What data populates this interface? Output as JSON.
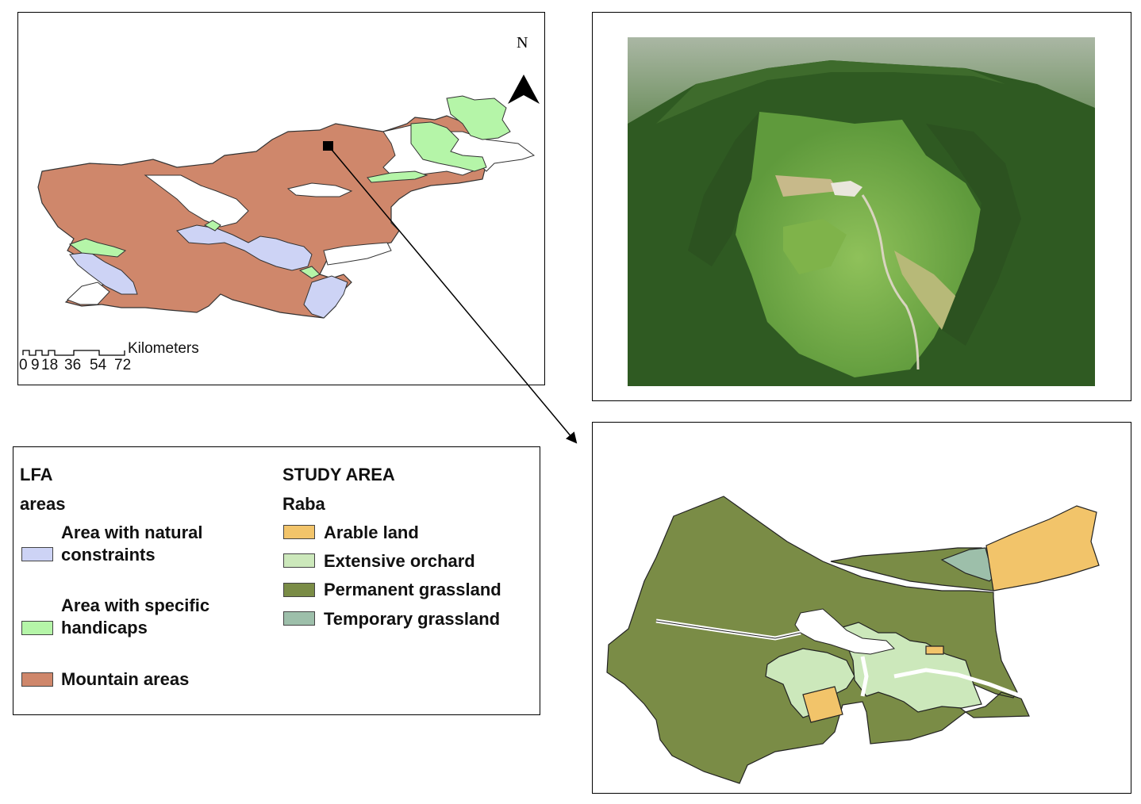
{
  "map": {
    "north_label": "N",
    "scale_unit": "Kilometers",
    "scale_ticks": [
      "0",
      "9",
      "18",
      "36",
      "54",
      "72"
    ],
    "colors": {
      "mountain": "#cf876b",
      "natural": "#cdd3f5",
      "specific": "#b5f5a8",
      "unclassified": "#ffffff"
    }
  },
  "legend": {
    "lfa_title_1": "LFA",
    "lfa_title_2": "areas",
    "lfa_items": [
      {
        "label": "Area with natural constraints",
        "color": "#cdd3f5"
      },
      {
        "label": "Area with specific handicaps",
        "color": "#b5f5a8"
      },
      {
        "label": "Mountain areas",
        "color": "#cf876b"
      }
    ],
    "study_title": "STUDY AREA",
    "study_sub": "Raba",
    "study_items": [
      {
        "label": "Arable land",
        "color": "#f2c46a"
      },
      {
        "label": "Extensive orchard",
        "color": "#cce8bb"
      },
      {
        "label": "Permanent grassland",
        "color": "#7a8c46"
      },
      {
        "label": "Temporary grassland",
        "color": "#9dbfaa"
      }
    ]
  }
}
